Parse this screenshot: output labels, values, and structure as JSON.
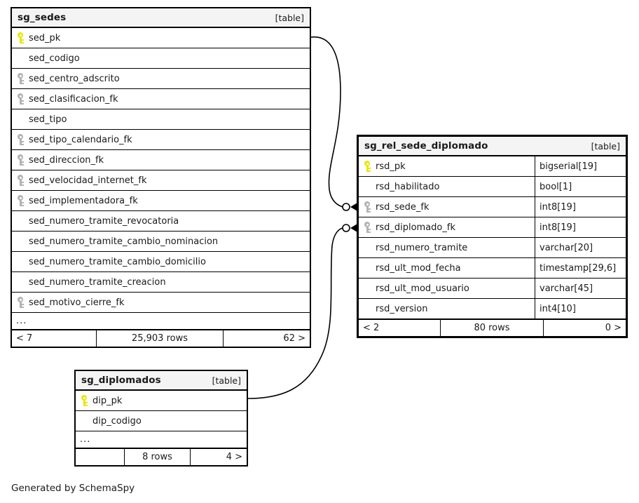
{
  "diagram": {
    "credit": "Generated by SchemaSpy",
    "table_tag": "[table]",
    "ellipsis": "..."
  },
  "tables": {
    "sg_sedes": {
      "name": "sg_sedes",
      "tag": "[table]",
      "columns": [
        {
          "name": "sed_pk",
          "key": "pk"
        },
        {
          "name": "sed_codigo",
          "key": "none"
        },
        {
          "name": "sed_centro_adscrito",
          "key": "fk"
        },
        {
          "name": "sed_clasificacion_fk",
          "key": "fk"
        },
        {
          "name": "sed_tipo",
          "key": "none"
        },
        {
          "name": "sed_tipo_calendario_fk",
          "key": "fk"
        },
        {
          "name": "sed_direccion_fk",
          "key": "fk"
        },
        {
          "name": "sed_velocidad_internet_fk",
          "key": "fk"
        },
        {
          "name": "sed_implementadora_fk",
          "key": "fk"
        },
        {
          "name": "sed_numero_tramite_revocatoria",
          "key": "none"
        },
        {
          "name": "sed_numero_tramite_cambio_nominacion",
          "key": "none"
        },
        {
          "name": "sed_numero_tramite_cambio_domicilio",
          "key": "none"
        },
        {
          "name": "sed_numero_tramite_creacion",
          "key": "none"
        },
        {
          "name": "sed_motivo_cierre_fk",
          "key": "fk"
        }
      ],
      "more_indicator": "...",
      "footer": {
        "left": "< 7",
        "center": "25,903 rows",
        "right": "62 >"
      }
    },
    "sg_rel_sede_diplomado": {
      "name": "sg_rel_sede_diplomado",
      "tag": "[table]",
      "columns": [
        {
          "name": "rsd_pk",
          "type": "bigserial[19]",
          "key": "pk"
        },
        {
          "name": "rsd_habilitado",
          "type": "bool[1]",
          "key": "none"
        },
        {
          "name": "rsd_sede_fk",
          "type": "int8[19]",
          "key": "fk"
        },
        {
          "name": "rsd_diplomado_fk",
          "type": "int8[19]",
          "key": "fk"
        },
        {
          "name": "rsd_numero_tramite",
          "type": "varchar[20]",
          "key": "none"
        },
        {
          "name": "rsd_ult_mod_fecha",
          "type": "timestamp[29,6]",
          "key": "none"
        },
        {
          "name": "rsd_ult_mod_usuario",
          "type": "varchar[45]",
          "key": "none"
        },
        {
          "name": "rsd_version",
          "type": "int4[10]",
          "key": "none"
        }
      ],
      "footer": {
        "left": "< 2",
        "center": "80 rows",
        "right": "0 >"
      }
    },
    "sg_diplomados": {
      "name": "sg_diplomados",
      "tag": "[table]",
      "columns": [
        {
          "name": "dip_pk",
          "key": "pk"
        },
        {
          "name": "dip_codigo",
          "key": "none"
        }
      ],
      "more_indicator": "...",
      "footer": {
        "left": "",
        "center": "8 rows",
        "right": "4 >"
      }
    }
  },
  "relationships": [
    {
      "name": "sed_pk-to-rsd_sede_fk",
      "from_table": "sg_sedes",
      "from_column": "sed_pk",
      "to_table": "sg_rel_sede_diplomado",
      "to_column": "rsd_sede_fk"
    },
    {
      "name": "dip_pk-to-rsd_diplomado_fk",
      "from_table": "sg_diplomados",
      "from_column": "dip_pk",
      "to_table": "sg_rel_sede_diplomado",
      "to_column": "rsd_diplomado_fk"
    }
  ],
  "colors": {
    "primary_key": "#e8e800",
    "foreign_key": "#b3b3b3",
    "header_bg": "#f4f4f4",
    "border": "#000000",
    "background": "#ffffff"
  }
}
